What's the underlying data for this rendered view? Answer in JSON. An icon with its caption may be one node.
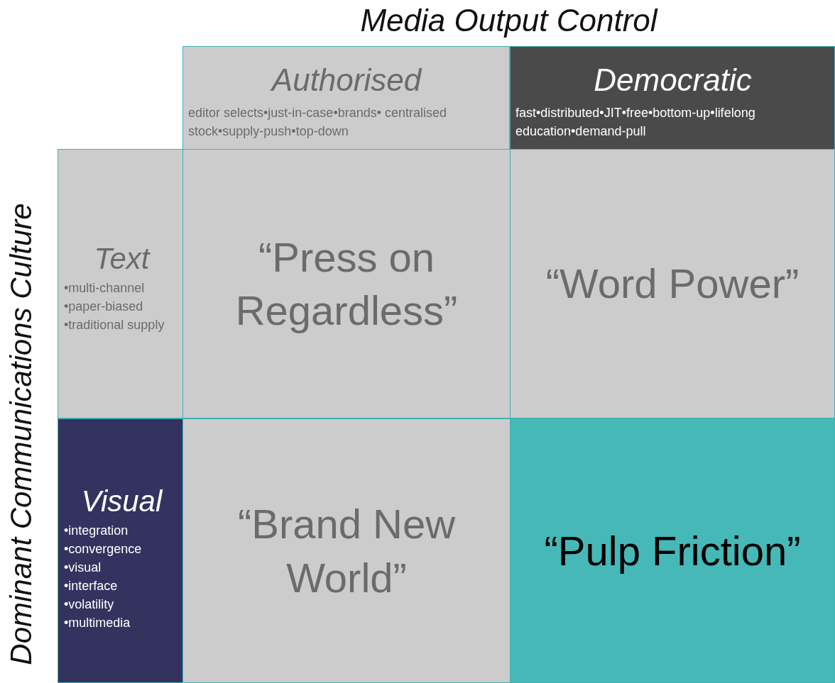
{
  "diagram": {
    "title": "Media Output Control",
    "nodes": [
      {
        "text": [
          "Authorised",
          "editor selects•just-in-case•brands• centralised stock•supply-push•top-down"
        ]
      },
      {
        "text": [
          "Democratic",
          "fast•distributed•JIT•free•bottom-up•lifelong education•demand-pull"
        ]
      },
      {
        "text": [
          "Text",
          "•multi-channel",
          "•paper-biased",
          "•traditional supply"
        ]
      },
      {
        "text": [
          "Visual",
          "•integration",
          "•convergence",
          "•visual",
          "•interface",
          "•volatility",
          "•multimedia"
        ]
      },
      {
        "text": [
          "“Press on Regardless”"
        ]
      },
      {
        "text": [
          "“Word Power”"
        ]
      },
      {
        "text": [
          "“Brand New World”"
        ]
      },
      {
        "text": [
          "“Pulp Friction”"
        ]
      }
    ],
    "labels": [
      "Dominant Communications Culture"
    ]
  }
}
